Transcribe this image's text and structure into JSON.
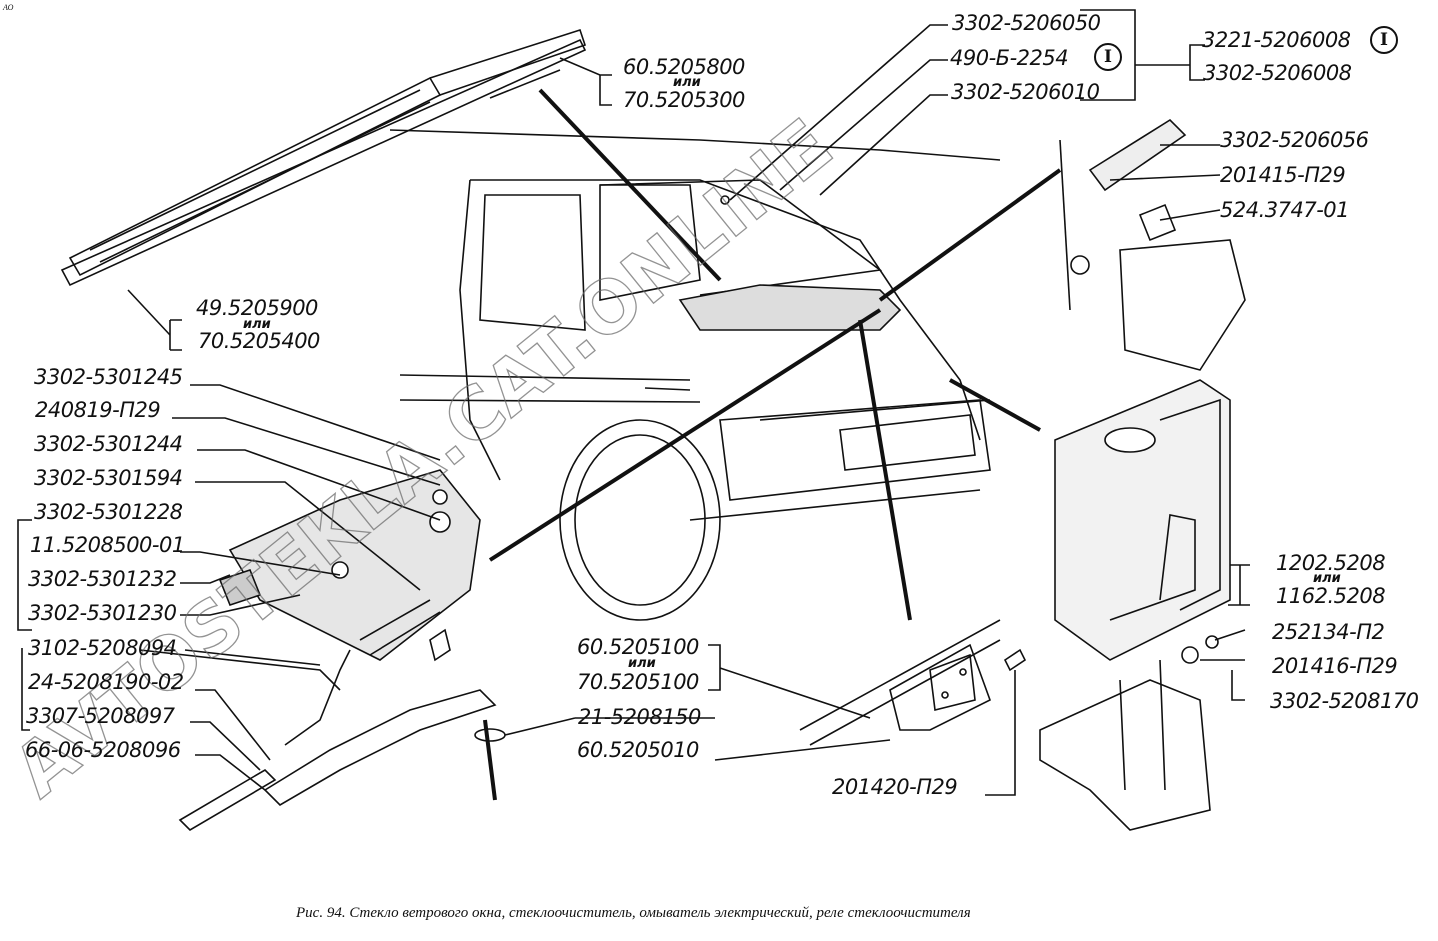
{
  "figure": {
    "corner_mark": "АО",
    "caption": "Рис. 94. Стекло ветрового окна, стеклоочиститель, омыватель электрический, реле стеклоочистителя",
    "watermark": "AVTOSTEKLA.CAT.ONLINE",
    "alt_word": "или",
    "marker_symbol": "I"
  },
  "labels": {
    "wiper_arm": {
      "a": "60.5205800",
      "b": "70.5205300"
    },
    "wiper_blade": {
      "a": "49.5205900",
      "b": "70.5205400"
    },
    "glass_group": [
      "3302-5206050",
      "490-Б-2254",
      "3302-5206010"
    ],
    "seal_group": [
      "3221-5206008",
      "3302-5206008"
    ],
    "relay_group": [
      "3302-5206056",
      "201415-П29",
      "524.3747-01"
    ],
    "left_list": [
      "3302-5301245",
      "240819-П29",
      "3302-5301244",
      "3302-5301594",
      "3302-5301228",
      "11.5208500-01",
      "3302-5301232",
      "3302-5301230",
      "3102-5208094",
      "24-5208190-02",
      "3307-5208097",
      "66-06-5208096"
    ],
    "motor": {
      "a": "60.5205100",
      "b": "70.5205100"
    },
    "nozzle": "21-5208150",
    "mechanism": "60.5205010",
    "motor_bolt": "201420-П29",
    "pump": {
      "a": "1202.5208",
      "b": "1162.5208"
    },
    "washer": "252134-П2",
    "tank_bolt": "201416-П29",
    "bracket": "3302-5208170"
  }
}
